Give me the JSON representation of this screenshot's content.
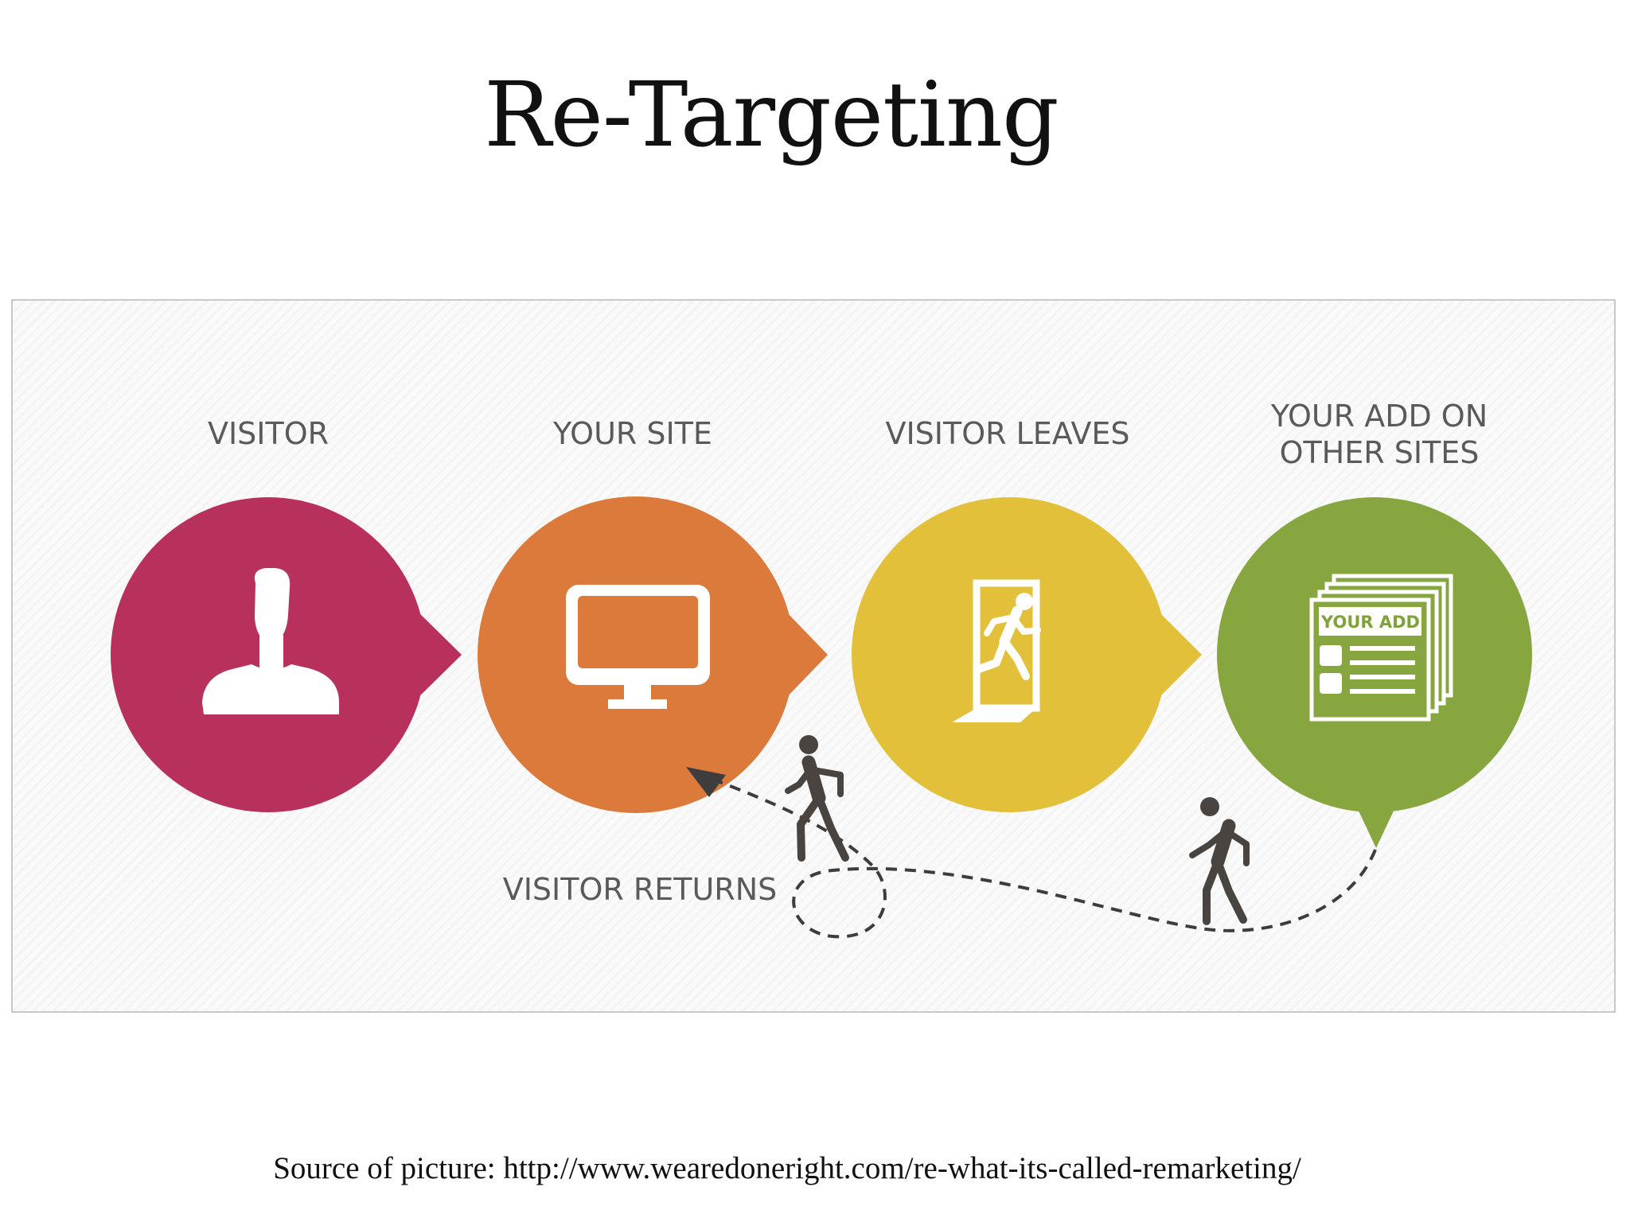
{
  "slide": {
    "title": "Re-Targeting",
    "source": "Source of picture: http://www.wearedoneright.com/re-what-its-called-remarketing/"
  },
  "diagram": {
    "steps": [
      {
        "lines": [
          "VISITOR"
        ],
        "color": "#b8305c",
        "icon": "person-icon"
      },
      {
        "lines": [
          "YOUR SITE"
        ],
        "color": "#db7a3b",
        "icon": "monitor-icon"
      },
      {
        "lines": [
          "VISITOR LEAVES"
        ],
        "color": "#e2c03a",
        "icon": "exit-door-icon"
      },
      {
        "lines": [
          "YOUR ADD ON",
          "OTHER SITES"
        ],
        "color": "#87a63f",
        "icon": "ad-pages-icon",
        "icon_text": "YOUR ADD"
      }
    ],
    "return_label": "VISITOR RETURNS"
  }
}
